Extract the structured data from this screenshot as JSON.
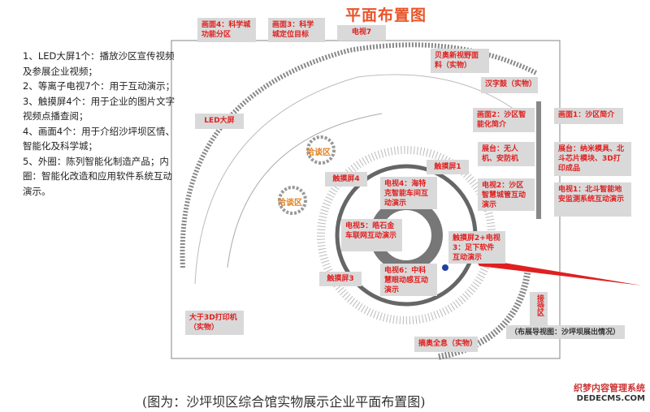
{
  "title": "平面布置图",
  "left_text": [
    "1、LED大屏1个：播放沙区宣传视频及参展企业视频；",
    "2、等离子电视7个：用于互动演示；",
    "3、触摸屏4个：用于企业的图片文字视频点播查阅；",
    "4、画面4个：用于介绍沙坪坝区情、智能化及科学城；",
    "5、外圈：陈列智能化制造产品；内圈：智能化改造和应用软件系统互动演示。"
  ],
  "labels": {
    "painting4": "画面4：科学城功能分区",
    "painting3": "画面3：科学城定位目标",
    "tv7": "电视7",
    "fabric": "贝奥新视野面料（实物）",
    "drum": "汉字鼓（实物）",
    "led": "LED大屏",
    "painting2": "画面2：沙区智能化简介",
    "painting1": "画面1：沙区简介",
    "booth_drone": "展台：无人机、安防机",
    "booth_nano": "展台：纳米模具、北斗芯片模块、3D打印成品",
    "touch1": "触摸屏1",
    "touch4": "触摸屏4",
    "tv4": "电视4：海特克智能车间互动演示",
    "tv2": "电视2：沙区智慧城管互动演示",
    "tv1": "电视1：北斗智能地安监测系统互动演示",
    "tv5": "电视5：皓石金车联网互动演示",
    "touch2_tv3": "触摸屏2+电视3：足下软件互动演示",
    "touch3": "触摸屏3",
    "tv6": "电视6：中科慧眼动感互动演示",
    "printer": "大于3D打印机（实物）",
    "reception": "接待区",
    "guide": "（布展导视图：沙坪坝展出情况）",
    "hologram": "摘奥全息（实物）",
    "negotiation1": "洽谈区",
    "negotiation2": "洽谈区"
  },
  "caption": "(图为：沙坪坝区综合馆实物展示企业平面布置图)",
  "watermark": {
    "line1": "织梦内容管理系统",
    "line2": "DEDECMS.COM"
  },
  "colors": {
    "title": "#e8542a",
    "label_text": "#e02020",
    "label_bg": "#d9d9d9",
    "arrow": "#e02020"
  }
}
